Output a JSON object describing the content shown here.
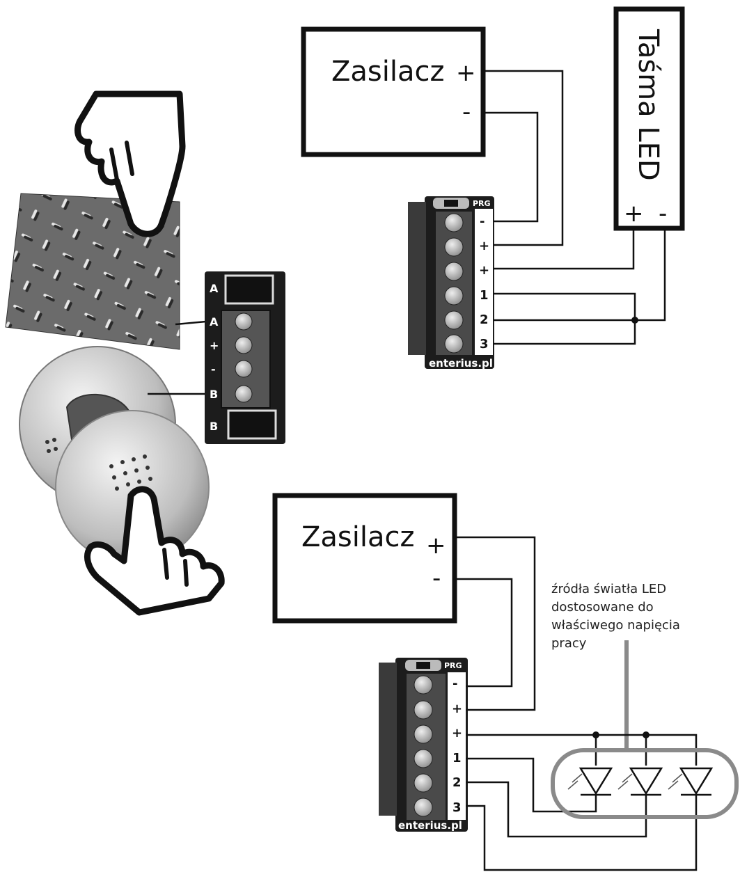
{
  "diagram_top": {
    "power_supply": {
      "label": "Zasilacz",
      "plus": "+",
      "minus": "-"
    },
    "led_strip": {
      "label": "Taśma LED",
      "plus": "+",
      "minus": "-"
    },
    "module": {
      "prg_label": "PRG",
      "brand": "enterius.pl",
      "pins": [
        "-",
        "+",
        "+",
        "1",
        "2",
        "3"
      ]
    }
  },
  "diagram_bottom": {
    "power_supply": {
      "label": "Zasilacz",
      "plus": "+",
      "minus": "-"
    },
    "module": {
      "prg_label": "PRG",
      "brand": "enterius.pl",
      "pins": [
        "-",
        "+",
        "+",
        "1",
        "2",
        "3"
      ]
    },
    "note_lines": [
      "źródła światła LED",
      "dostosowane do",
      "właściwego napięcia",
      "pracy"
    ]
  },
  "touch_module": {
    "pins": [
      "A",
      "A",
      "+",
      "-",
      "B",
      "B"
    ]
  },
  "icons": [
    "hand-pointer-icon",
    "checker-plate-image",
    "touch-button-image",
    "led-diode-icon"
  ],
  "colors": {
    "ink": "#111111",
    "pcb": "#1c1c1c",
    "note_pointer": "#8a8a8a",
    "led_group": "#8a8a8a"
  }
}
